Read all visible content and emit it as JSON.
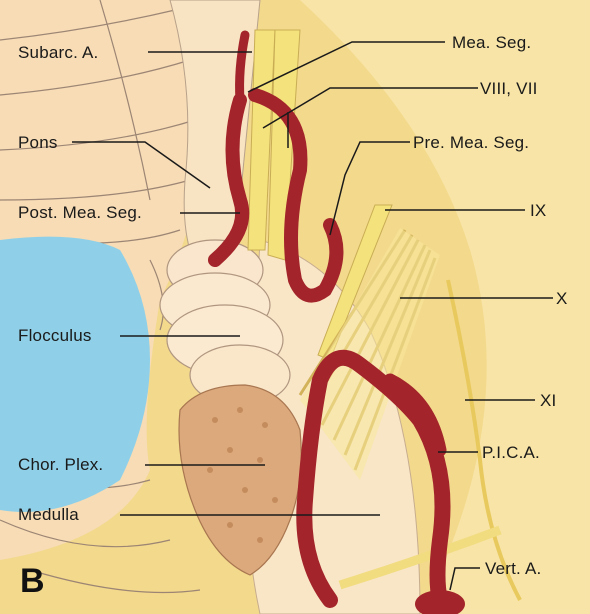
{
  "panel_letter": "B",
  "labels_left": {
    "subarc": "Subarc. A.",
    "pons": "Pons",
    "post_mea_seg": "Post. Mea. Seg.",
    "flocculus": "Flocculus",
    "chor_plex": "Chor. Plex.",
    "medulla": "Medulla"
  },
  "labels_right": {
    "mea_seg": "Mea. Seg.",
    "viii_vii": "VIII, VII",
    "pre_mea_seg": "Pre. Mea. Seg.",
    "ix": "IX",
    "x": "X",
    "xi": "XI",
    "pica": "P.I.C.A.",
    "vert_a": "Vert. A."
  },
  "colors": {
    "background": "#f6dc8e",
    "vessel": "#a3242a",
    "nerve": "#f3e07a",
    "brainstem": "#f7ddb7",
    "fluid": "#8fd0e8",
    "choroid": "#d9a77a"
  }
}
